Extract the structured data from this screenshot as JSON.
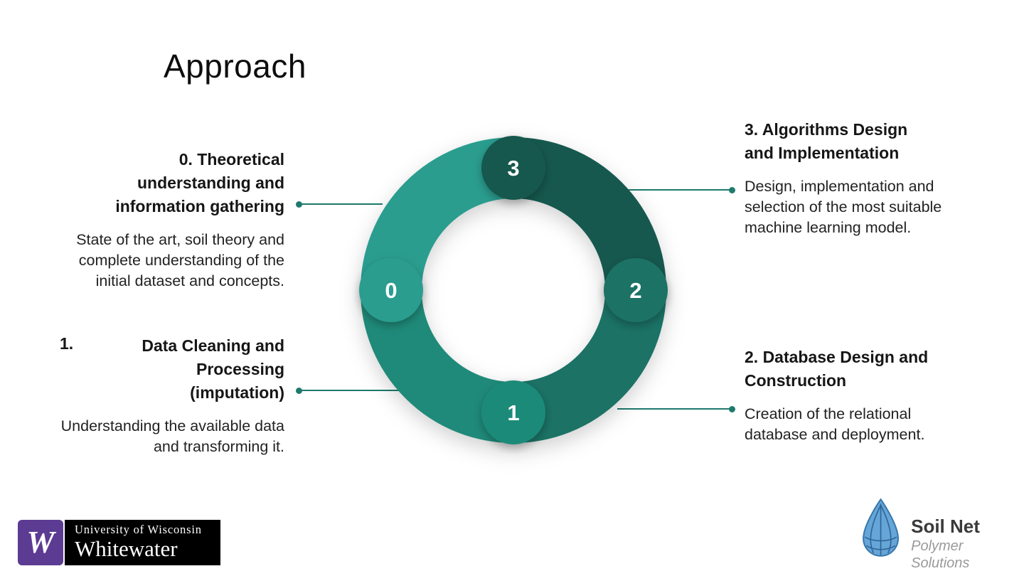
{
  "title": "Approach",
  "colors": {
    "segment_0": "#2A9D8F",
    "segment_1": "#1F8A79",
    "segment_2": "#1B7265",
    "segment_3": "#16584E",
    "connector": "#1E7A6D"
  },
  "diagram": {
    "nodes": [
      {
        "label": "0"
      },
      {
        "label": "1"
      },
      {
        "label": "2"
      },
      {
        "label": "3"
      }
    ]
  },
  "steps": {
    "s0": {
      "title": "0. Theoretical understanding and information gathering",
      "body": "State of the art, soil theory and complete understanding of the initial dataset and concepts."
    },
    "s1": {
      "number": "1.",
      "title": "Data Cleaning and Processing (imputation)",
      "body": "Understanding the available data and transforming it."
    },
    "s2": {
      "title": "2. Database Design and Construction",
      "body": "Creation of the relational database and deployment."
    },
    "s3": {
      "title": "3. Algorithms Design and Implementation",
      "body": "Design, implementation and selection of the most suitable machine learning model."
    }
  },
  "footer": {
    "uww": {
      "monogram": "W",
      "institution": "University of Wisconsin",
      "campus": "Whitewater"
    },
    "soilnet": {
      "name": "Soil Net",
      "tagline": "Polymer Solutions"
    }
  }
}
